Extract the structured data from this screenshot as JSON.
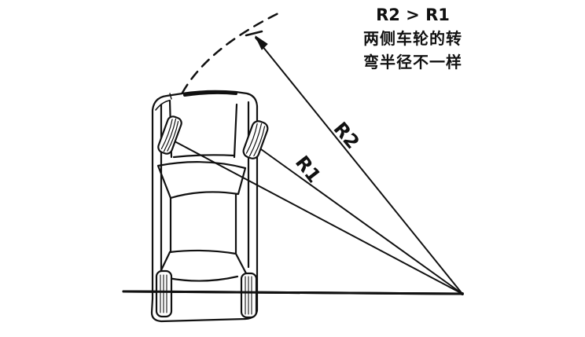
{
  "diagram": {
    "title_lines": [
      "R2 > R1",
      "两侧车轮的转",
      "弯半径不一样"
    ],
    "labels": {
      "r1": "R1",
      "r2": "R2"
    },
    "colors": {
      "ink": "#111111",
      "background": "#ffffff"
    },
    "elements": [
      "car-top-view",
      "front-left-wheel",
      "front-right-wheel",
      "rear-left-wheel",
      "rear-right-wheel",
      "rear-axle-line",
      "turn-center",
      "radius-r1-line",
      "radius-r2-line",
      "turning-arc-dashed"
    ]
  }
}
